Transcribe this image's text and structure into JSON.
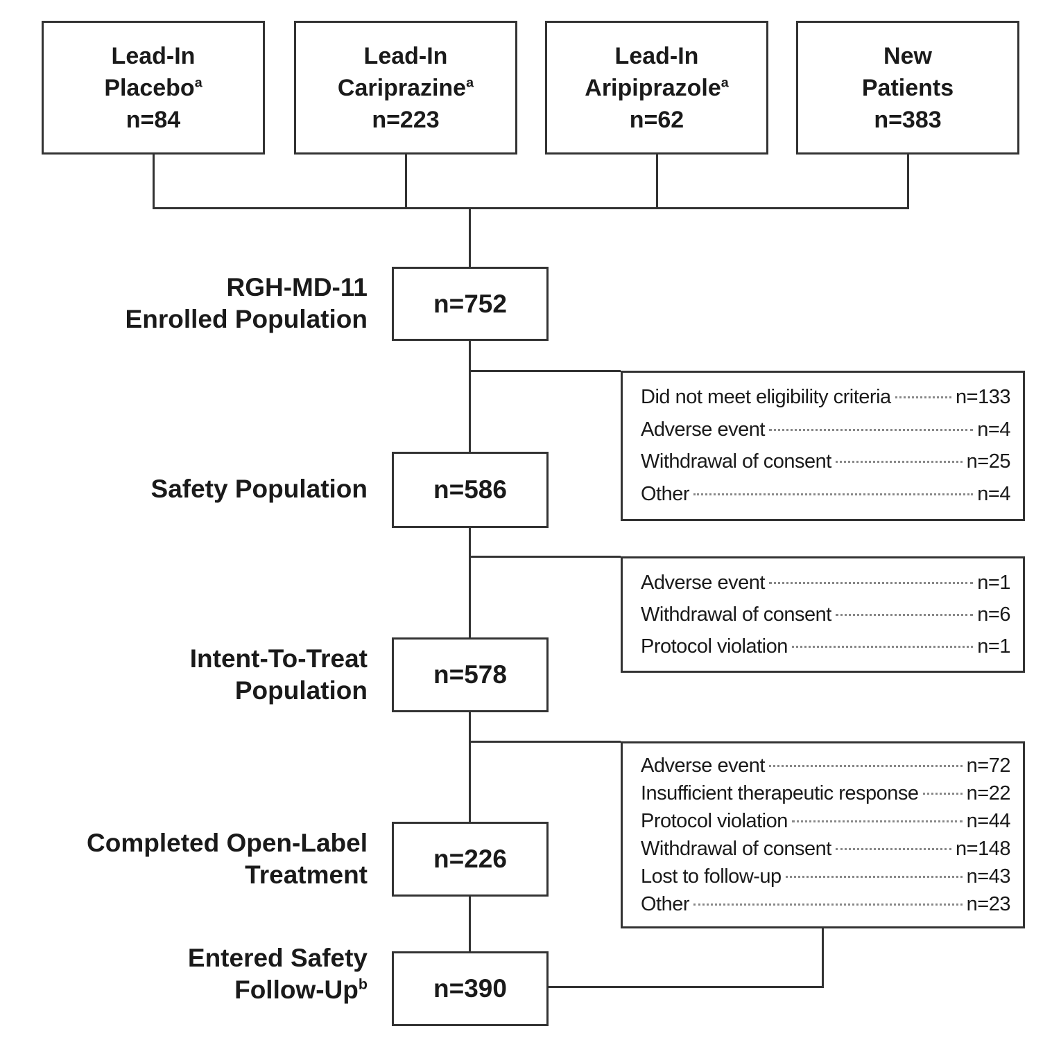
{
  "top_boxes": [
    {
      "line1": "Lead-In",
      "line2": "Placebo",
      "sup": "a",
      "n": "n=84"
    },
    {
      "line1": "Lead-In",
      "line2": "Cariprazine",
      "sup": "a",
      "n": "n=223"
    },
    {
      "line1": "Lead-In",
      "line2": "Aripiprazole",
      "sup": "a",
      "n": "n=62"
    },
    {
      "line1": "New",
      "line2": "Patients",
      "sup": "",
      "n": "n=383"
    }
  ],
  "flow": [
    {
      "label": "RGH-MD-11\nEnrolled Population",
      "sup": "",
      "n": "n=752"
    },
    {
      "label": "Safety Population",
      "sup": "",
      "n": "n=586"
    },
    {
      "label": "Intent-To-Treat\nPopulation",
      "sup": "",
      "n": "n=578"
    },
    {
      "label": "Completed Open-Label\nTreatment",
      "sup": "",
      "n": "n=226"
    },
    {
      "label": "Entered Safety\nFollow-Up",
      "sup": "b",
      "n": "n=390"
    }
  ],
  "exclusion_boxes": [
    {
      "rows": [
        {
          "label": "Did not meet eligibility criteria",
          "n": "n=133"
        },
        {
          "label": "Adverse event",
          "n": "n=4"
        },
        {
          "label": "Withdrawal of consent",
          "n": "n=25"
        },
        {
          "label": "Other",
          "n": "n=4"
        }
      ]
    },
    {
      "rows": [
        {
          "label": "Adverse event",
          "n": "n=1"
        },
        {
          "label": "Withdrawal of consent",
          "n": "n=6"
        },
        {
          "label": "Protocol violation",
          "n": "n=1"
        }
      ]
    },
    {
      "rows": [
        {
          "label": "Adverse event",
          "n": "n=72"
        },
        {
          "label": "Insufficient therapeutic response",
          "n": "n=22"
        },
        {
          "label": "Protocol violation",
          "n": "n=44"
        },
        {
          "label": "Withdrawal of consent",
          "n": "n=148"
        },
        {
          "label": "Lost to follow-up",
          "n": "n=43"
        },
        {
          "label": "Other",
          "n": "n=23"
        }
      ]
    }
  ]
}
